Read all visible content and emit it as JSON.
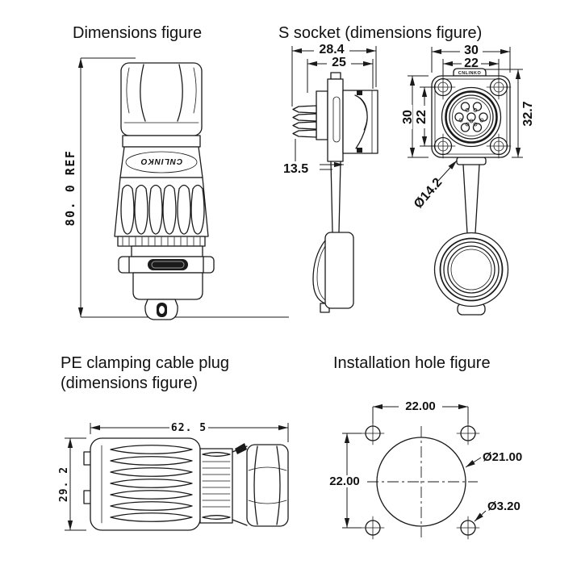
{
  "colors": {
    "ink": "#1a1a1a",
    "background": "#ffffff"
  },
  "brand_logo": "CNLINKO",
  "figures": {
    "plug_front": {
      "title": "Dimensions figure",
      "dims": {
        "height_ref": "80. 0 REF"
      }
    },
    "socket": {
      "title": "S socket (dimensions figure)",
      "dims": {
        "body_width": "28.4",
        "body_inner_width": "25",
        "panel_depth": "13.5",
        "flange_width": "30",
        "hole_spacing_h": "22",
        "flange_height": "30",
        "hole_spacing_v": "22",
        "overall_height": "32.7",
        "center_diameter": "Ø14.2"
      }
    },
    "pe_plug": {
      "title_line1": "PE clamping cable plug",
      "title_line2": "(dimensions figure)",
      "dims": {
        "length": "62. 5",
        "diameter": "29. 2"
      }
    },
    "install_hole": {
      "title": "Installation hole figure",
      "dims": {
        "hole_spacing_h": "22.00",
        "hole_spacing_v": "22.00",
        "main_hole_diameter": "Ø21.00",
        "screw_hole_diameter": "Ø3.20"
      }
    }
  }
}
